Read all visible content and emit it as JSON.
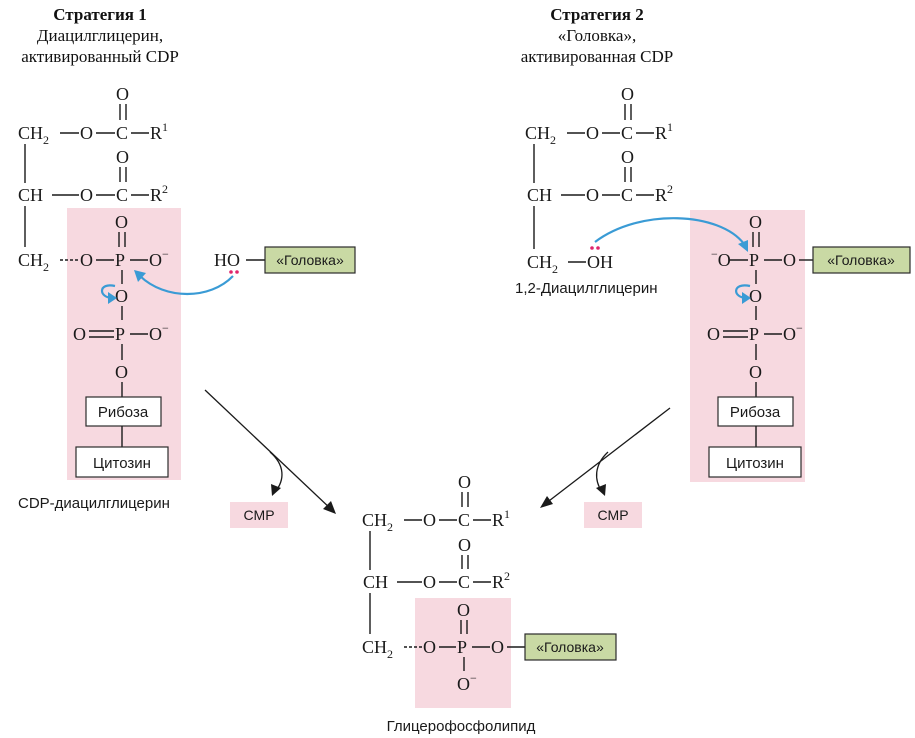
{
  "strategy1": {
    "title": "Стратегия 1",
    "subtitle_line1": "Диацилглицерин,",
    "subtitle_line2": "активированный CDP",
    "product_label": "CDP-диацилглицерин",
    "head_label": "«Головка»",
    "ribose": "Рибоза",
    "cytosine": "Цитозин",
    "cmp": "CMP"
  },
  "strategy2": {
    "title": "Стратегия 2",
    "subtitle_line1": "«Головка»,",
    "subtitle_line2": "активированная CDP",
    "dag_label": "1,2-Диацилглицерин",
    "head_label": "«Головка»",
    "ribose": "Рибоза",
    "cytosine": "Цитозин",
    "cmp": "CMP"
  },
  "product": {
    "label": "Глицерофосфолипид",
    "head_label": "«Головка»"
  },
  "atoms": {
    "ch2": "CH",
    "ch": "CH",
    "sub2": "2",
    "o": "O",
    "c": "C",
    "p": "P",
    "r": "R",
    "sup1": "1",
    "sup2": "2",
    "minus": "−",
    "h": "H",
    "ho": "HO"
  },
  "colors": {
    "highlight_pink": "#f7d9e0",
    "head_green": "#c9d9a4",
    "arrow_blue": "#3a9bd5",
    "lone_pair_red": "#e0266c"
  }
}
